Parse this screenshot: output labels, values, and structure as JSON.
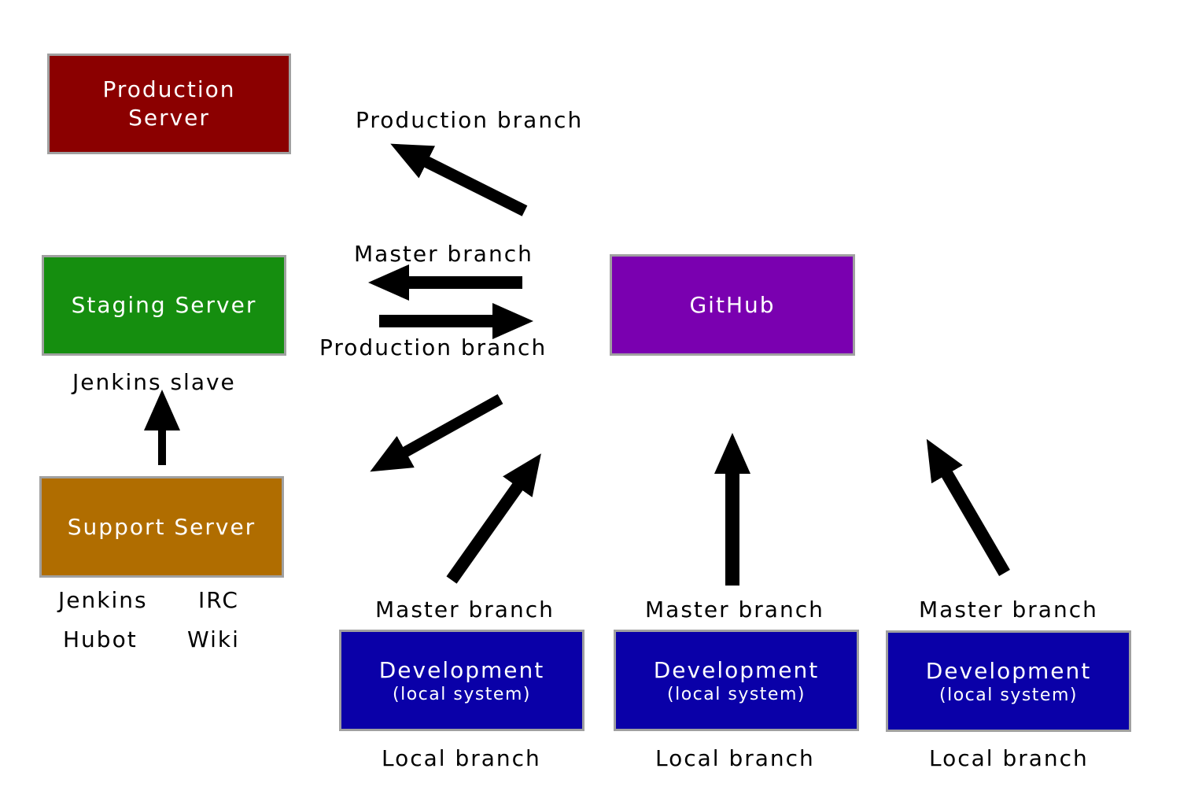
{
  "colors": {
    "production": "#8b0000",
    "staging": "#158e0f",
    "support": "#b06d00",
    "github": "#7a00b0",
    "development": "#0a00a8",
    "border": "#a0a0a0",
    "arrow": "#000000"
  },
  "nodes": {
    "production": {
      "line1": "Production",
      "line2": "Server"
    },
    "staging": {
      "label": "Staging Server"
    },
    "support": {
      "label": "Support Server"
    },
    "github": {
      "label": "GitHub"
    },
    "dev1": {
      "line1": "Development",
      "line2": "(local system)"
    },
    "dev2": {
      "line1": "Development",
      "line2": "(local system)"
    },
    "dev3": {
      "line1": "Development",
      "line2": "(local system)"
    }
  },
  "labels": {
    "production_branch_top": "Production branch",
    "master_branch_mid": "Master branch",
    "production_branch_mid": "Production branch",
    "jenkins_slave": "Jenkins slave",
    "support_services": [
      "Jenkins",
      "IRC",
      "Hubot",
      "Wiki"
    ],
    "dev_master": [
      "Master branch",
      "Master branch",
      "Master branch"
    ],
    "dev_local": [
      "Local branch",
      "Local branch",
      "Local branch"
    ]
  },
  "edges": [
    {
      "from": "github",
      "to": "production",
      "label": "Production branch"
    },
    {
      "from": "github",
      "to": "staging",
      "label": "Master branch"
    },
    {
      "from": "staging",
      "to": "github",
      "label": "Production branch"
    },
    {
      "from": "github",
      "to": "dev1"
    },
    {
      "from": "dev1",
      "to": "github"
    },
    {
      "from": "dev2",
      "to": "github"
    },
    {
      "from": "dev3",
      "to": "github"
    },
    {
      "from": "support",
      "to": "staging"
    }
  ]
}
